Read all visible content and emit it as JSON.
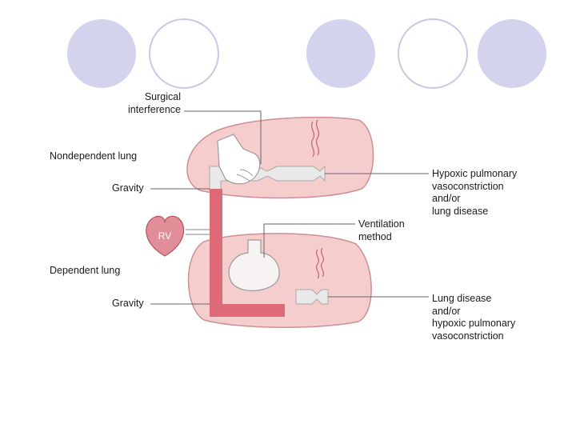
{
  "slide": {
    "decor_circles": [
      {
        "style": "filled"
      },
      {
        "style": "outline"
      },
      {
        "style": "filled"
      },
      {
        "style": "outline"
      },
      {
        "style": "filled"
      }
    ],
    "colors": {
      "circle_fill": "#d3d3ee",
      "circle_outline": "#c8c8e6",
      "lung_fill": "#f6cdcd",
      "lung_stroke": "#cc8f94",
      "vessel": "#dd6a76",
      "heart": "#e28e98",
      "airway": "#e9e9e9",
      "leader": "#666666"
    }
  },
  "diagram": {
    "labels": {
      "surgical": "Surgical\ninterference",
      "nondependent": "Nondependent lung",
      "gravity_top": "Gravity",
      "hypoxic_top": "Hypoxic pulmonary\nvasoconstriction\nand/or\nlung disease",
      "ventilation": "Ventilation\nmethod",
      "dependent": "Dependent lung",
      "gravity_bottom": "Gravity",
      "disease_bottom": "Lung disease\nand/or\nhypoxic pulmonary\nvasoconstriction"
    },
    "heart_label": "RV"
  }
}
